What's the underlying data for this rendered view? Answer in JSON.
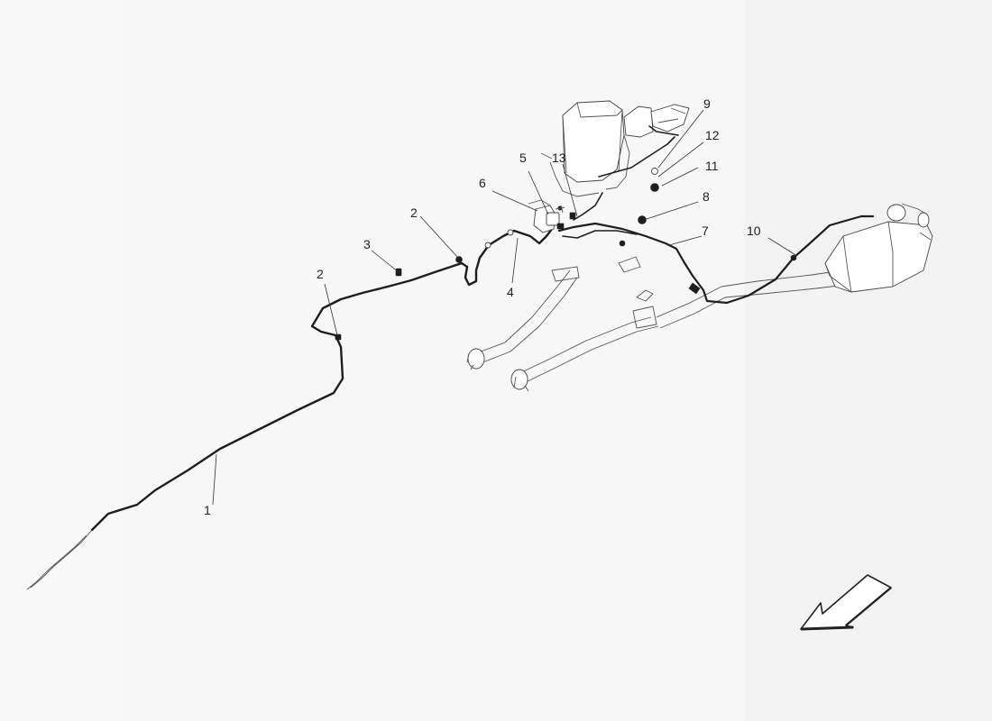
{
  "diagram": {
    "background_color": "#ffffff",
    "panel_shades": [
      "#f6f7f6",
      "#f2f3f2",
      "#f8f8f8"
    ],
    "line_color": "#1e1e1e",
    "callouts": [
      {
        "id": "c1",
        "text": "1"
      },
      {
        "id": "c2a",
        "text": "2"
      },
      {
        "id": "c2b",
        "text": "2"
      },
      {
        "id": "c3",
        "text": "3"
      },
      {
        "id": "c4",
        "text": "4"
      },
      {
        "id": "c5",
        "text": "5"
      },
      {
        "id": "c6",
        "text": "6"
      },
      {
        "id": "c7",
        "text": "7"
      },
      {
        "id": "c8",
        "text": "8"
      },
      {
        "id": "c9",
        "text": "9"
      },
      {
        "id": "c10",
        "text": "10"
      },
      {
        "id": "c11",
        "text": "11"
      },
      {
        "id": "c12",
        "text": "12"
      },
      {
        "id": "c13",
        "text": "13"
      }
    ],
    "direction_arrow_icon": "arrow-down-left-icon"
  }
}
